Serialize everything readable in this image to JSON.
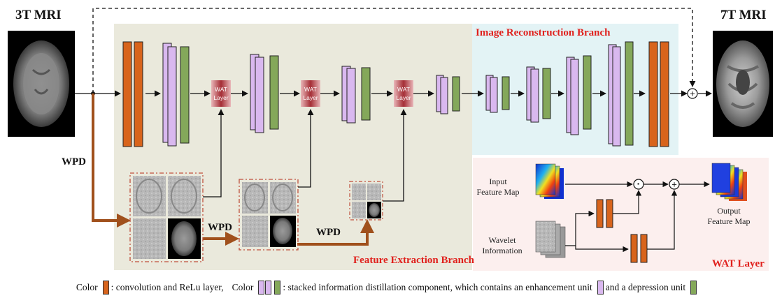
{
  "labels": {
    "input_mri": "3T  MRI",
    "output_mri": "7T  MRI",
    "reconstruction_branch": "Image Reconstruction Branch",
    "feature_branch": "Feature Extraction Branch",
    "wat_layer_panel": "WAT Layer",
    "wat_block_line1": "WAT",
    "wat_block_line2": "Layer",
    "wpd": "WPD",
    "input_feature_map_l1": "Input",
    "input_feature_map_l2": "Feature Map",
    "wavelet_info_l1": "Wavelet",
    "wavelet_info_l2": "Information",
    "output_feature_map_l1": "Output",
    "output_feature_map_l2": "Feature Map",
    "plus": "+",
    "dot": "·"
  },
  "legend": {
    "color_word": "Color",
    "conv_text": ": convolution and ReLu layer,",
    "sidc_text": ": stacked information distillation component, which contains an enhancement unit",
    "and_text": "and a depression unit"
  },
  "colors": {
    "conv": "#d8641c",
    "enhancement": "#d9b8ef",
    "depression": "#84a85a",
    "feature_bg": "#eae9dc",
    "recon_bg": "#e3f3f5",
    "wat_bg": "#fcefee",
    "label_red": "#e0201c",
    "wpd_arrow": "#a0501c"
  }
}
